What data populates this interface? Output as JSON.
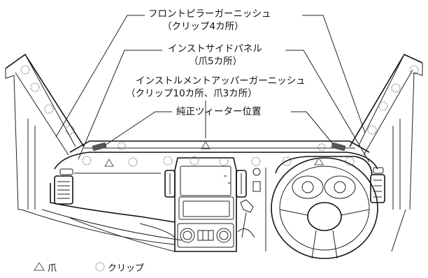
{
  "labels": {
    "pillar_garnish": "フロントピラーガーニッシュ",
    "pillar_garnish_note": "（クリップ4カ所）",
    "side_panel": "インストサイドパネル",
    "side_panel_note": "（爪5カ所）",
    "upper_garnish": "インストルメントアッパーガーニッシュ",
    "upper_garnish_note": "（クリップ10カ所、爪3カ所）",
    "tweeter": "純正ツィーター位置"
  },
  "legend": {
    "claw_label": "爪",
    "clip_label": "クリップ"
  },
  "counts": {
    "pillar_garnish_clips": 4,
    "side_panel_claws": 5,
    "upper_garnish_clips": 10,
    "upper_garnish_claws": 3
  }
}
